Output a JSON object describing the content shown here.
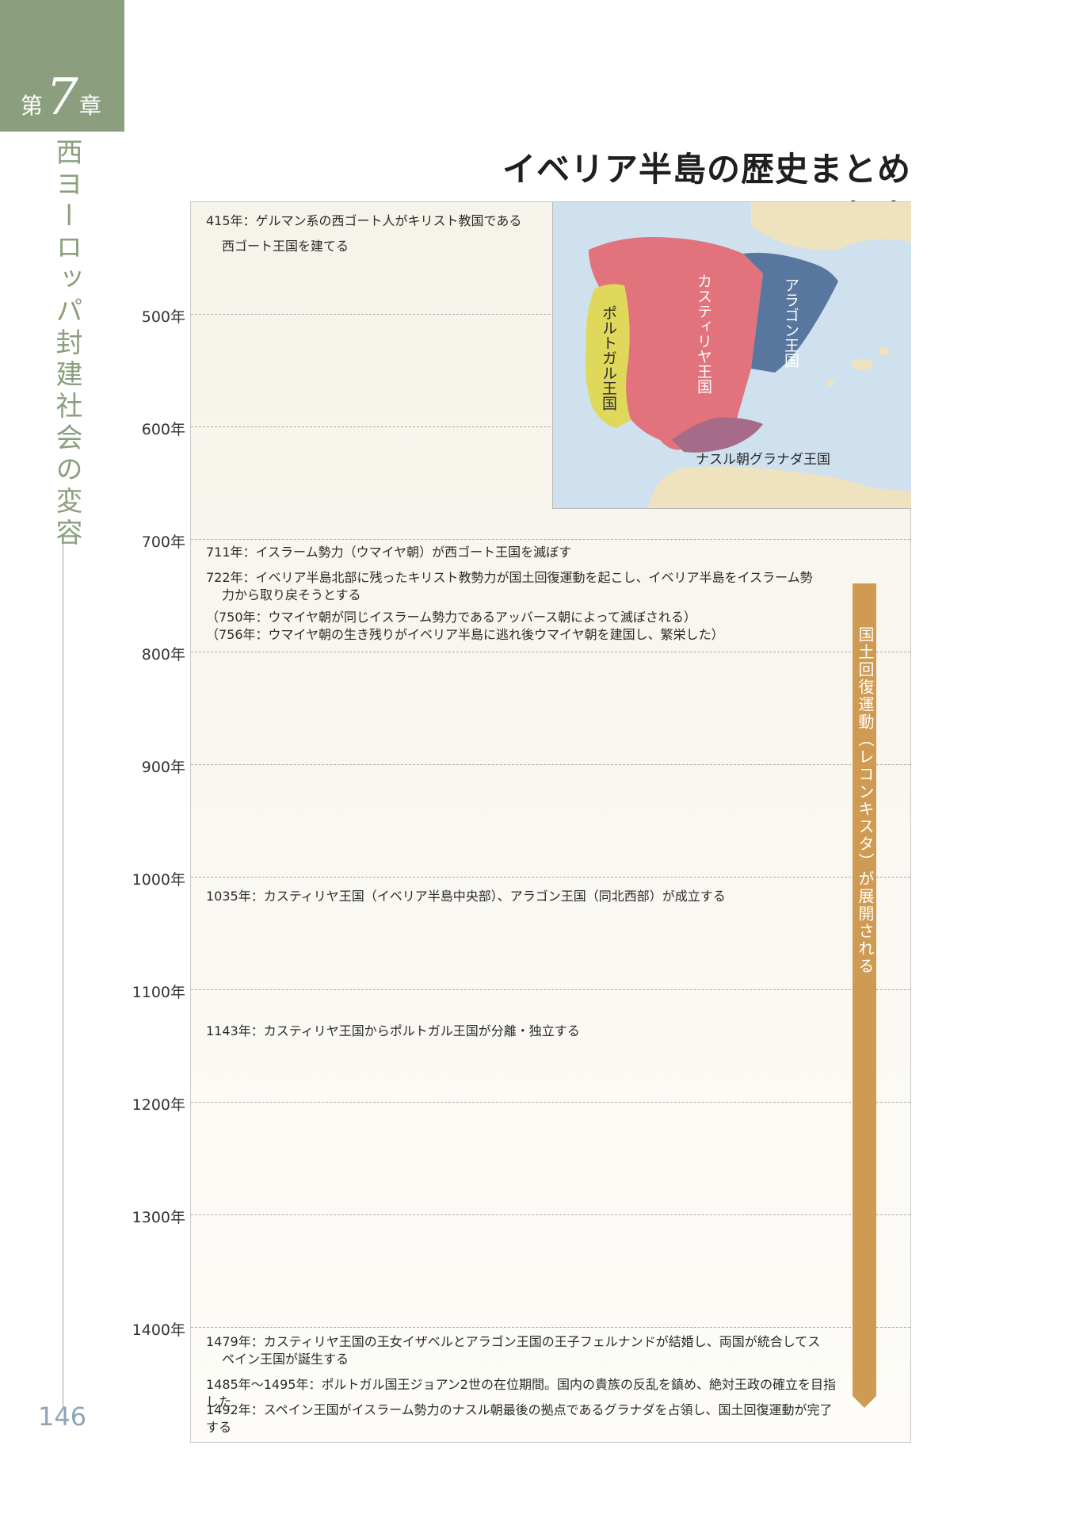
{
  "chapter": {
    "prefix": "第",
    "number": "7",
    "suffix": "章"
  },
  "side_title": "西ヨーロッパ封建社会の変容",
  "page_number": "146",
  "title": "イベリア半島の歴史まとめ年表",
  "years": [
    "500年",
    "600年",
    "700年",
    "800年",
    "900年",
    "1000年",
    "1100年",
    "1200年",
    "1300年",
    "1400年"
  ],
  "events": {
    "e415_a": "415年：ゲルマン系の西ゴート人がキリスト教国である",
    "e415_b": "西ゴート王国を建てる",
    "e711": "711年：イスラーム勢力（ウマイヤ朝）が西ゴート王国を滅ぼす",
    "e722_a": "722年：イベリア半島北部に残ったキリスト教勢力が国土回復運動を起こし、イベリア半島をイスラーム勢",
    "e722_b": "力から取り戻そうとする",
    "e750": "（750年：ウマイヤ朝が同じイスラーム勢力であるアッバース朝によって滅ぼされる）",
    "e756": "（756年：ウマイヤ朝の生き残りがイベリア半島に逃れ後ウマイヤ朝を建国し、繁栄した）",
    "e1035": "1035年：カスティリヤ王国（イベリア半島中央部）、アラゴン王国（同北西部）が成立する",
    "e1143": "1143年：カスティリヤ王国からポルトガル王国が分離・独立する",
    "e1479_a": "1479年：カスティリヤ王国の王女イザベルとアラゴン王国の王子フェルナンドが結婚し、両国が統合してス",
    "e1479_b": "ペイン王国が誕生する",
    "e1485": "1485年～1495年：ポルトガル国王ジョアン2世の在位期間。国内の貴族の反乱を鎮め、絶対王政の確立を目指した",
    "e1492": "1492年：スペイン王国がイスラーム勢力のナスル朝最後の拠点であるグラナダを占領し、国土回復運動が完了する"
  },
  "map": {
    "portugal": "ポルトガル王国",
    "castile": "カスティリヤ王国",
    "aragon": "アラゴン王国",
    "nasrid": "ナスル朝グラナダ王国",
    "colors": {
      "sea": "#cfe0ee",
      "land": "#efe3bf",
      "castile": "#e2727c",
      "aragon": "#58779e",
      "portugal": "#dfd85a",
      "nasrid": "#a66b88"
    }
  },
  "reconquista": {
    "label": "国土回復運動（レコンキスタ）が展開される",
    "color": "#cf9a52"
  },
  "accent": {
    "chapter_green": "#8b9e7e",
    "page_blue": "#8fa3b8"
  }
}
